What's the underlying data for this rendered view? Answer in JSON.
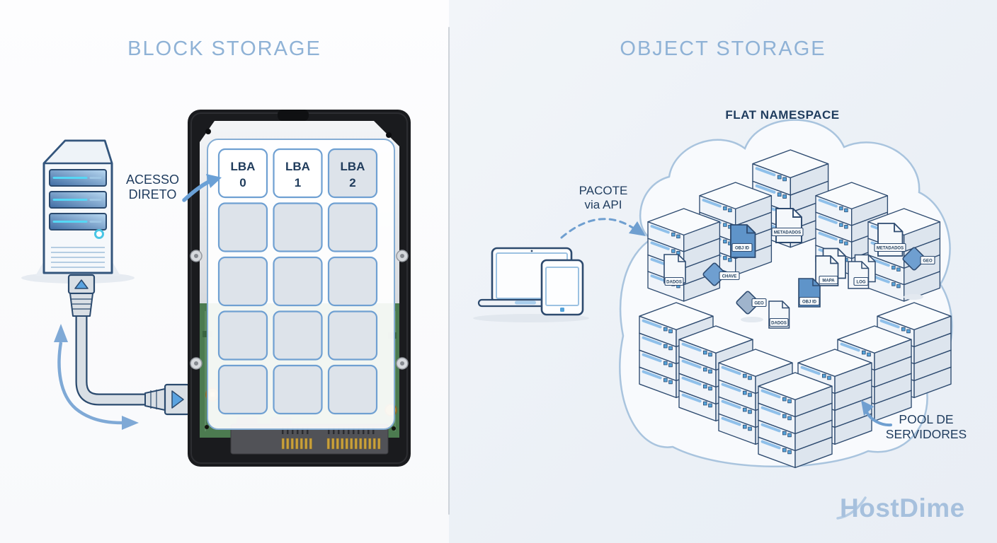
{
  "left_panel": {
    "title": "BLOCK STORAGE",
    "direct_access_label": {
      "line1": "ACESSO",
      "line2": "DIRETO"
    },
    "lba_blocks": [
      {
        "label": "LBA",
        "index": "0"
      },
      {
        "label": "LBA",
        "index": "1"
      },
      {
        "label": "LBA",
        "index": "2"
      }
    ],
    "icons": [
      "server-tower-icon",
      "sata-cable-icon",
      "hard-drive-icon",
      "direct-access-arrow-icon"
    ]
  },
  "right_panel": {
    "title": "OBJECT STORAGE",
    "flat_namespace_label": "FLAT NAMESPACE",
    "api_label": {
      "line1": "PACOTE",
      "line2": "via API"
    },
    "pool_label": {
      "line1": "POOL DE",
      "line2": "SERVIDORES"
    },
    "object_tags": [
      "DADOS",
      "OBJ ID",
      "METADADOS",
      "MAPA",
      "METADADOS",
      "CHAVE",
      "GEO",
      "OBJ ID",
      "DADOS",
      "LOG",
      "GEO"
    ],
    "brand": "HostDime",
    "icons": [
      "laptop-icon",
      "tablet-icon",
      "cloud-icon",
      "server-stack-icon",
      "object-file-icon",
      "dashed-api-arrow-icon"
    ]
  },
  "colors": {
    "title_blue": "#8fb2d6",
    "dark_navy": "#1f3c5e",
    "arrow_blue": "#6f9fd0",
    "accent_blue": "#55a3da",
    "cloud_stroke": "#a9c4de",
    "cell_gray": "#dde3ea",
    "pcb_green": "#4c7b50",
    "brand_blue": "#a6c0dd"
  }
}
